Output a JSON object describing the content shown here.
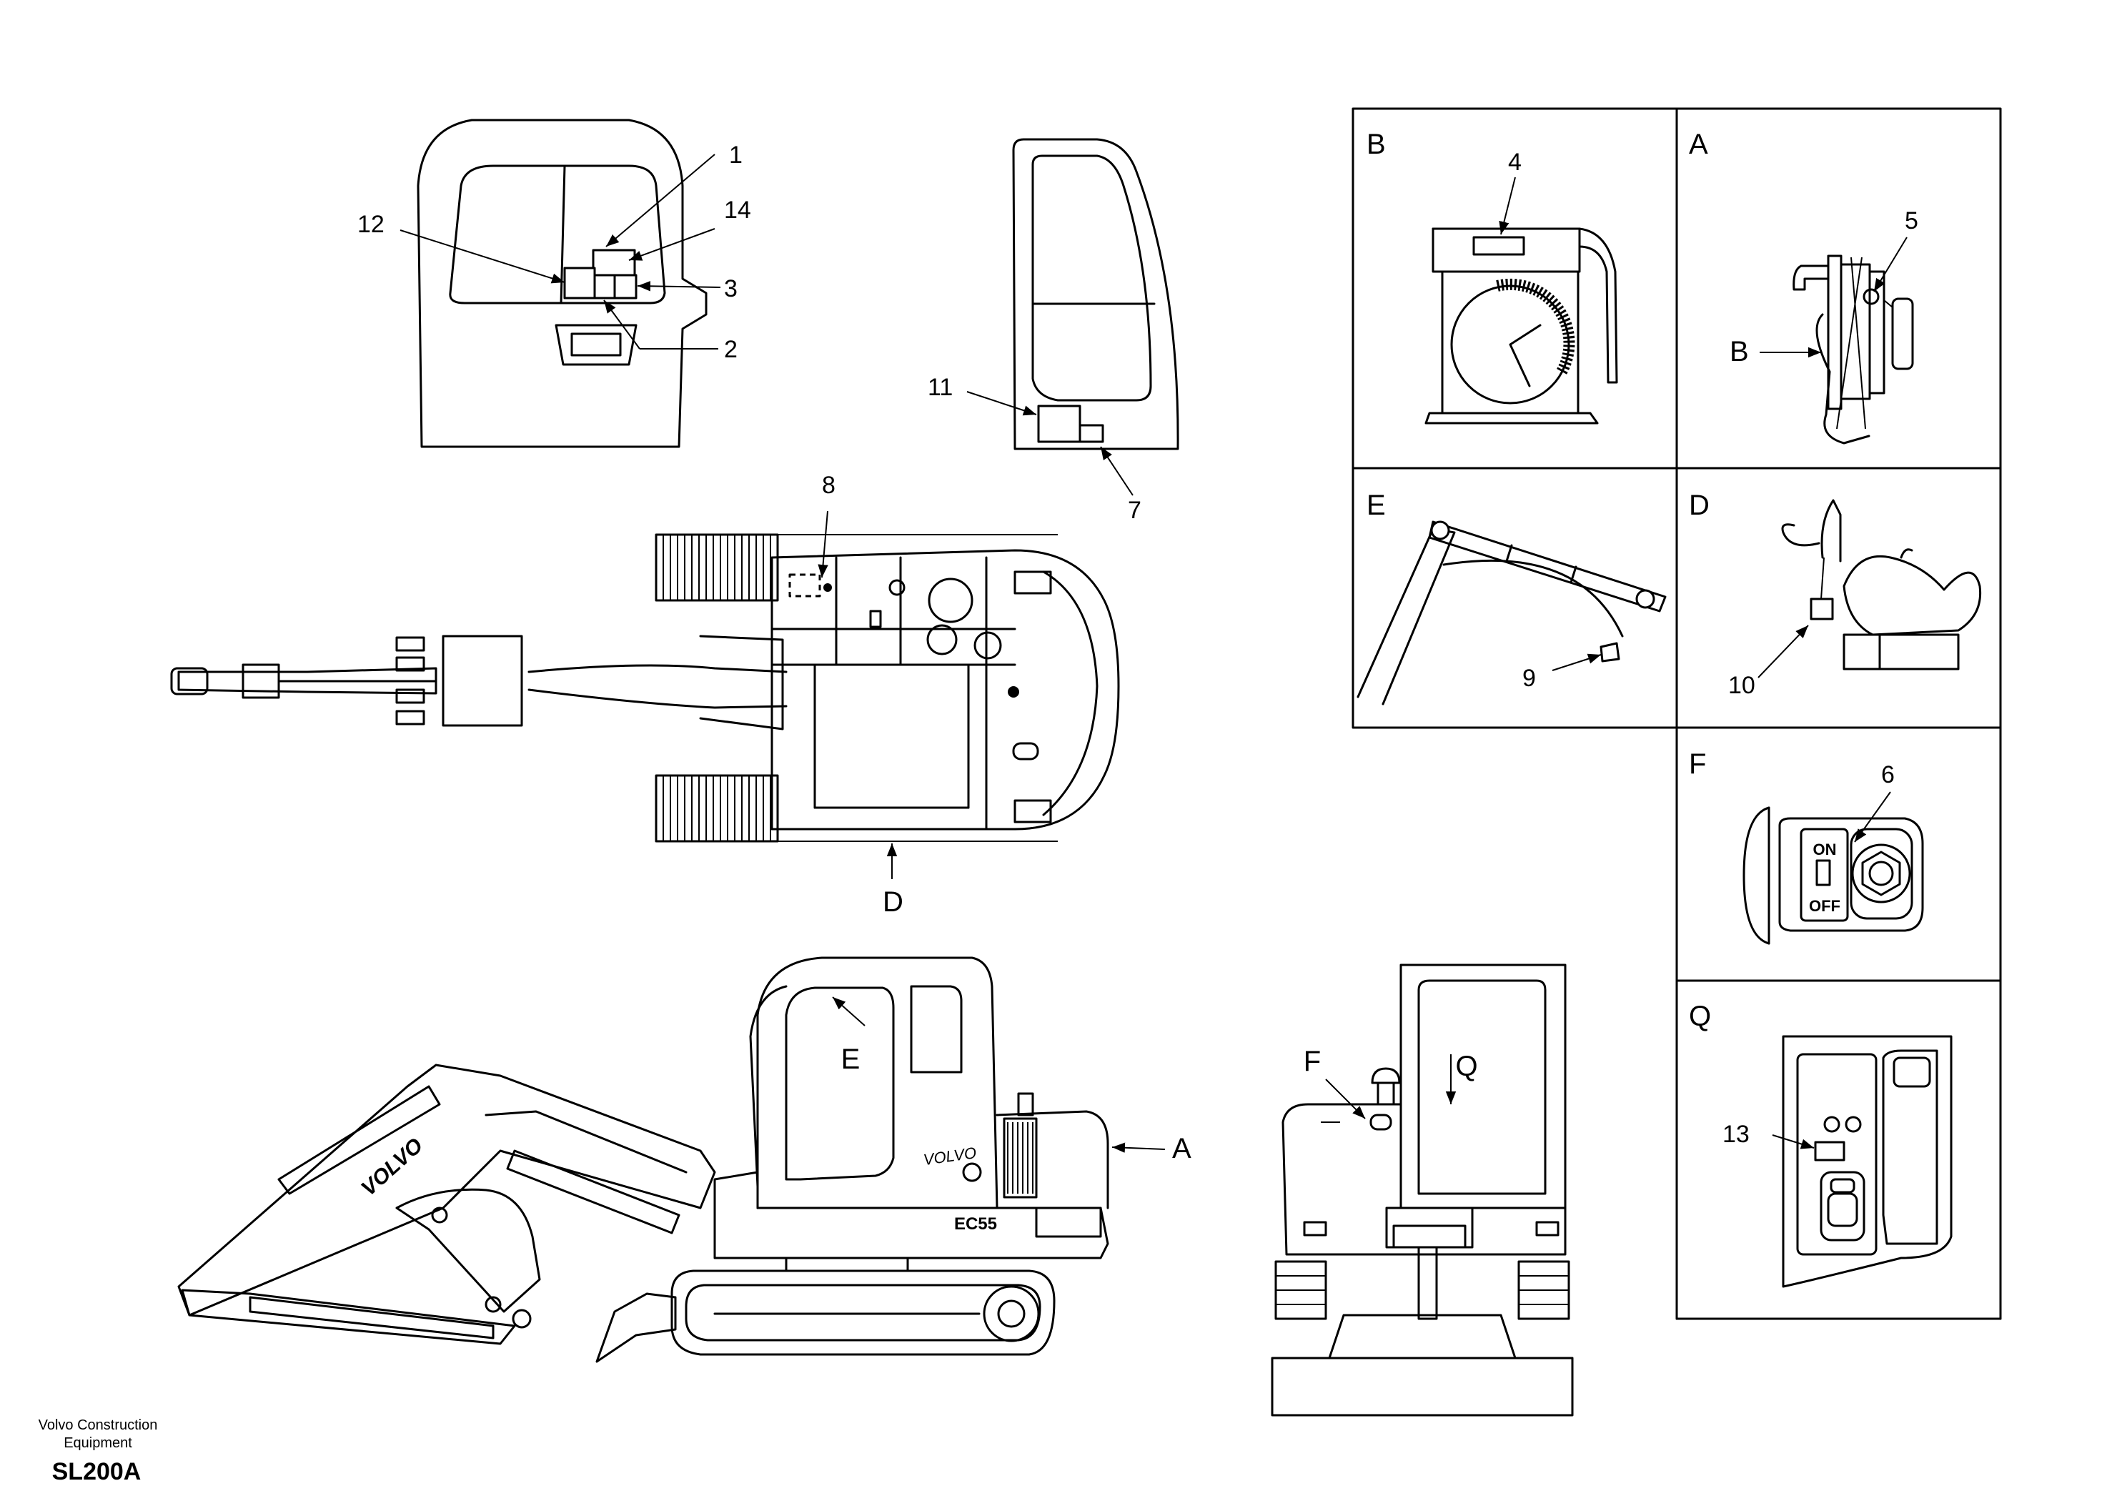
{
  "callouts": {
    "c1": "1",
    "c2": "2",
    "c3": "3",
    "c4": "4",
    "c5": "5",
    "c6": "6",
    "c7": "7",
    "c8": "8",
    "c9": "9",
    "c10": "10",
    "c11": "11",
    "c12": "12",
    "c13": "13",
    "c14": "14"
  },
  "view_labels": {
    "B": "B",
    "A": "A",
    "E": "E",
    "D": "D",
    "F": "F",
    "Q": "Q"
  },
  "panel_text": {
    "on": "ON",
    "off": "OFF"
  },
  "machine_text": {
    "brand": "VOLVO",
    "model": "EC55"
  },
  "footer": {
    "company_line1": "Volvo Construction",
    "company_line2": "Equipment",
    "code": "SL200A"
  }
}
